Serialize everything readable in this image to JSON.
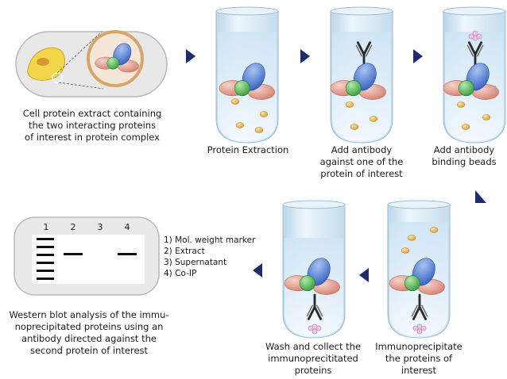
{
  "captions": {
    "cell_extract": "Cell protein extract containing\nthe two interacting proteins\nof interest in protein complex",
    "step1": "Protein Extraction",
    "step2": "Add antibody\nagainst one of the\nprotein of interest",
    "step3": "Add antibody\nbinding beads",
    "step4": "Immunoprecipitate\nthe proteins of\ninterest",
    "step5": "Wash and collect the\nimmunoprecititated\nproteins",
    "western": "Western blot analysis of the immu-\nnoprecipitated proteins using an\nantibody directed against the\nsecond protein of interest"
  },
  "blot": {
    "lanes": [
      "1",
      "2",
      "3",
      "4"
    ],
    "legend": "1) Mol. weight marker\n2) Extract\n3) Supernatant\n4) Co-IP"
  },
  "colors": {
    "arrow": "#1f2b6e",
    "protein_blue": "#3f6fd0",
    "protein_green": "#43b04a",
    "protein_pink": "#e29a8a",
    "bead": "#e6b24a",
    "antibody": "#333333",
    "liquid": "#d8ecf8"
  }
}
